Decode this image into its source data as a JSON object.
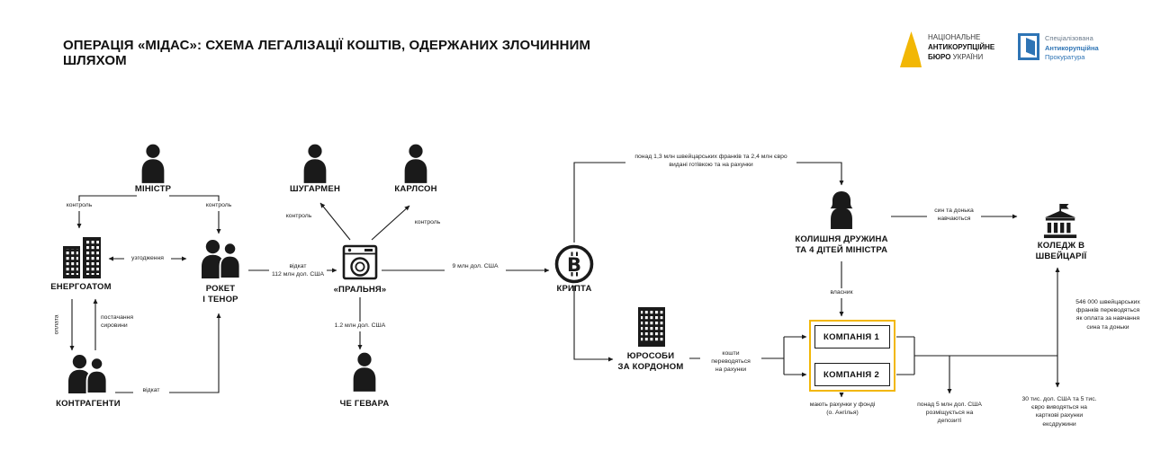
{
  "title": "ОПЕРАЦІЯ «МІДАС»: СХЕМА ЛЕГАЛІЗАЦІЇ КОШТІВ, ОДЕРЖАНИХ ЗЛОЧИННИМ ШЛЯХОМ",
  "logos": {
    "nabu": {
      "line1": "НАЦІОНАЛЬНЕ",
      "line2": "АНТИКОРУПЦІЙНЕ",
      "line3_bold": "БЮРО",
      "line3_rest": " УКРАЇНИ"
    },
    "sap": {
      "line1": "Спеціалізована",
      "line2": "Антикорупційна",
      "line3": "Прокуратура"
    }
  },
  "colors": {
    "ink": "#1a1a1a",
    "accent_yellow": "#F2B705",
    "logo_blue": "#2E74B5"
  },
  "nodes": {
    "minister": {
      "label": "МІНІСТР",
      "icon": "person-icon"
    },
    "energoatom": {
      "label": "ЕНЕРГОАТОМ",
      "icon": "building-icon"
    },
    "roket": {
      "lines": [
        "РОКЕТ",
        "І ТЕНОР"
      ],
      "icon": "two-person-icon"
    },
    "kontragenty": {
      "label": "КОНТРАГЕНТИ",
      "icon": "two-person-icon"
    },
    "shugarmen": {
      "label": "ШУГАРМЕН",
      "icon": "person-icon"
    },
    "karlson": {
      "label": "КАРЛСОН",
      "icon": "person-icon"
    },
    "pralnya": {
      "label": "«ПРАЛЬНЯ»",
      "icon": "washing-machine-icon"
    },
    "chegevara": {
      "label": "ЧЕ ГЕВАРА",
      "icon": "person-icon"
    },
    "krypta": {
      "label": "КРИПТА",
      "icon": "bitcoin-icon"
    },
    "yurosoby": {
      "lines": [
        "ЮРОСОБИ",
        "ЗА КОРДОНОМ"
      ],
      "icon": "building-icon"
    },
    "exwife": {
      "lines": [
        "КОЛИШНЯ ДРУЖИНА",
        "ТА 4 ДІТЕЙ МІНІСТРА"
      ],
      "icon": "woman-icon"
    },
    "college": {
      "lines": [
        "КОЛЕДЖ В",
        "ШВЕЙЦАРІЇ"
      ],
      "icon": "college-icon"
    },
    "company1": {
      "label": "КОМПАНІЯ 1"
    },
    "company2": {
      "label": "КОМПАНІЯ 2"
    }
  },
  "edges": {
    "kontrol_energoatom": "контроль",
    "kontrol_roket": "контроль",
    "uzgodzhennya": "узгодження",
    "oplata": "оплата",
    "postachannya": [
      "постачання",
      "сировини"
    ],
    "vidkat": "відкат",
    "vidkat_112": [
      "відкат",
      "112 млн дол. США"
    ],
    "kontrol_shugarmen": "контроль",
    "kontrol_karlson": "контроль",
    "usd_1_2": "1.2 млн дол. США",
    "usd_9": "9 млн дол. США",
    "chf_eur": [
      "понад 1,3 млн швейцарських франків та 2,4 млн євро",
      "видані готівкою та на рахунки"
    ],
    "koshty": [
      "кошти переводяться",
      "на рахунки"
    ],
    "vlasnyk": "власник",
    "syn_donka": [
      "син та донька",
      "навчаються"
    ]
  },
  "annotations": {
    "anguilla": "мають рахунки у фонді (о. Ангілья)",
    "deposit": "понад 5 млн дол. США розміщується на депозиті",
    "cards": "30 тис. дол. США та 5 тис. євро виводяться на карткові рахунки ексдружини",
    "tuition": "546 000 швейцарських франків переводяться як оплата за навчання сина та доньки"
  }
}
